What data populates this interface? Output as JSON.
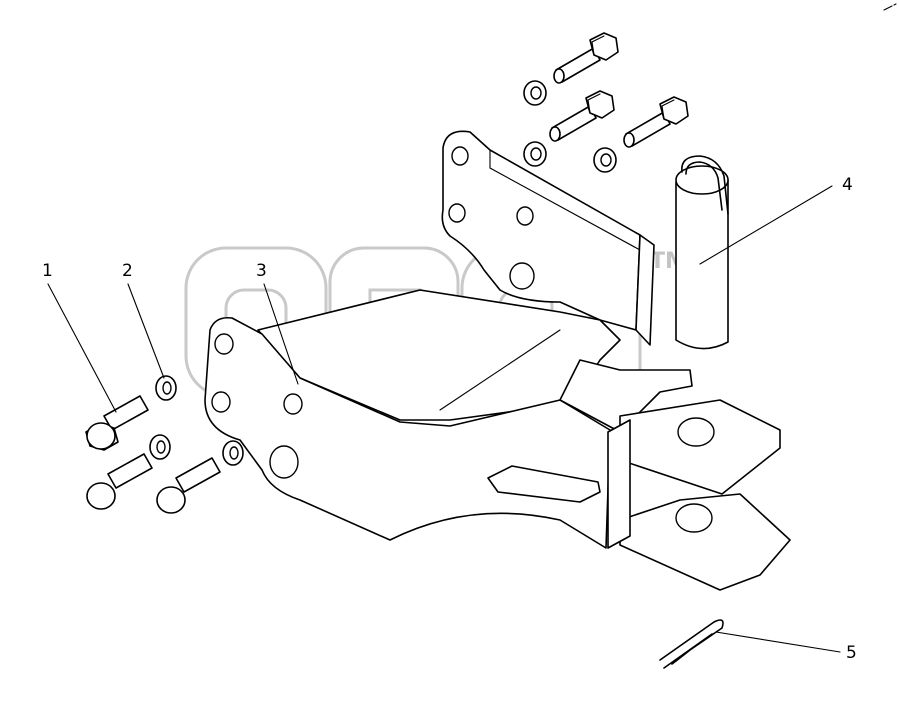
{
  "diagram": {
    "callouts": [
      {
        "id": "1",
        "label": "1"
      },
      {
        "id": "2",
        "label": "2"
      },
      {
        "id": "3",
        "label": "3"
      },
      {
        "id": "4",
        "label": "4"
      },
      {
        "id": "5",
        "label": "5"
      }
    ],
    "watermark": {
      "text": "TM",
      "color": "#c4c4c4"
    },
    "line_color": "#000000",
    "background": "#ffffff"
  }
}
